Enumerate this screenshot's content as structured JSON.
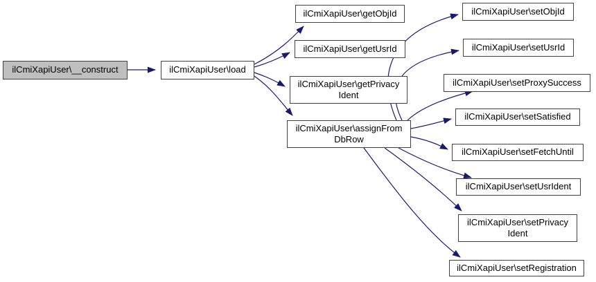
{
  "diagram": {
    "type": "call-graph",
    "colors": {
      "edge": "#191970",
      "node_border": "#404040",
      "node_fill": "#ffffff",
      "highlight_fill": "#bfbfbf",
      "text": "#000000",
      "background": "#ffffff"
    },
    "nodes": [
      {
        "id": "construct",
        "label": "ilCmiXapiUser\\__construct",
        "highlight": true
      },
      {
        "id": "load",
        "label": "ilCmiXapiUser\\load",
        "highlight": false
      },
      {
        "id": "getObjId",
        "label": "ilCmiXapiUser\\getObjId",
        "highlight": false
      },
      {
        "id": "getUsrId",
        "label": "ilCmiXapiUser\\getUsrId",
        "highlight": false
      },
      {
        "id": "getPrivacyIdent",
        "label": "ilCmiXapiUser\\getPrivacy\nIdent",
        "highlight": false
      },
      {
        "id": "assignFromDbRow",
        "label": "ilCmiXapiUser\\assignFrom\nDbRow",
        "highlight": false
      },
      {
        "id": "setObjId",
        "label": "ilCmiXapiUser\\setObjId",
        "highlight": false
      },
      {
        "id": "setUsrId",
        "label": "ilCmiXapiUser\\setUsrId",
        "highlight": false
      },
      {
        "id": "setProxySuccess",
        "label": "ilCmiXapiUser\\setProxySuccess",
        "highlight": false
      },
      {
        "id": "setSatisfied",
        "label": "ilCmiXapiUser\\setSatisfied",
        "highlight": false
      },
      {
        "id": "setFetchUntil",
        "label": "ilCmiXapiUser\\setFetchUntil",
        "highlight": false
      },
      {
        "id": "setUsrIdent",
        "label": "ilCmiXapiUser\\setUsrIdent",
        "highlight": false
      },
      {
        "id": "setPrivacyIdent",
        "label": "ilCmiXapiUser\\setPrivacy\nIdent",
        "highlight": false
      },
      {
        "id": "setRegistration",
        "label": "ilCmiXapiUser\\setRegistration",
        "highlight": false
      }
    ],
    "edges": [
      {
        "from": "construct",
        "to": "load"
      },
      {
        "from": "load",
        "to": "getObjId"
      },
      {
        "from": "load",
        "to": "getUsrId"
      },
      {
        "from": "load",
        "to": "getPrivacyIdent"
      },
      {
        "from": "load",
        "to": "assignFromDbRow"
      },
      {
        "from": "assignFromDbRow",
        "to": "setObjId"
      },
      {
        "from": "assignFromDbRow",
        "to": "setUsrId"
      },
      {
        "from": "assignFromDbRow",
        "to": "setProxySuccess"
      },
      {
        "from": "assignFromDbRow",
        "to": "setSatisfied"
      },
      {
        "from": "assignFromDbRow",
        "to": "setFetchUntil"
      },
      {
        "from": "assignFromDbRow",
        "to": "setUsrIdent"
      },
      {
        "from": "assignFromDbRow",
        "to": "setPrivacyIdent"
      },
      {
        "from": "assignFromDbRow",
        "to": "setRegistration"
      }
    ]
  }
}
